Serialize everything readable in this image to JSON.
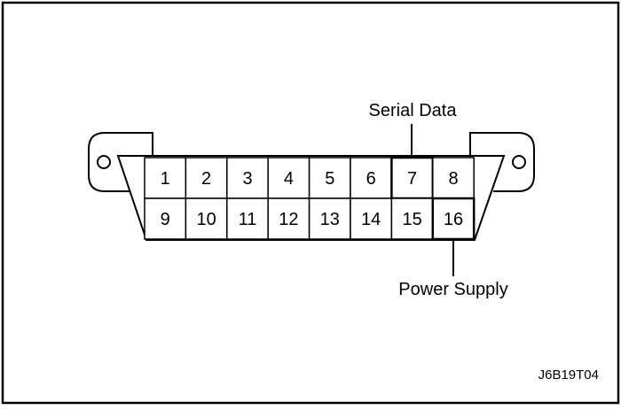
{
  "diagram": {
    "pins_top": [
      "1",
      "2",
      "3",
      "4",
      "5",
      "6",
      "7",
      "8"
    ],
    "pins_bottom": [
      "9",
      "10",
      "11",
      "12",
      "13",
      "14",
      "15",
      "16"
    ],
    "callouts": {
      "serial_data": "Serial Data",
      "power_supply": "Power Supply"
    },
    "figure_id": "J6B19T04",
    "highlighted_pins": [
      "7",
      "16"
    ]
  }
}
